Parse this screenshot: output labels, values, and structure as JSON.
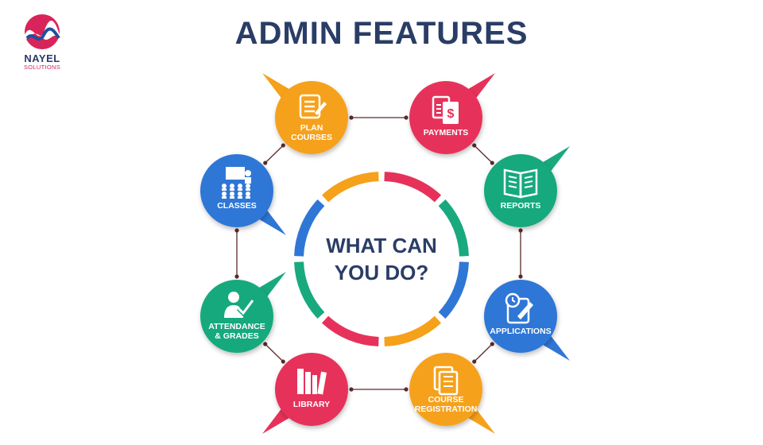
{
  "brand": {
    "line1": "NAYEL",
    "line2": "SOLUTIONS"
  },
  "title": "ADMIN FEATURES",
  "center": {
    "line1": "WHAT CAN",
    "line2": "YOU DO?"
  },
  "features": [
    {
      "key": "plan",
      "lines": [
        "PLAN",
        "COURSES"
      ],
      "color": "#f6a11a",
      "icon": "pencil-notepad-icon"
    },
    {
      "key": "payments",
      "lines": [
        "PAYMENTS"
      ],
      "color": "#e6325a",
      "icon": "bill-dollar-icon"
    },
    {
      "key": "reports",
      "lines": [
        "REPORTS"
      ],
      "color": "#19a97e",
      "icon": "open-book-icon"
    },
    {
      "key": "applications",
      "lines": [
        "APPLICATIONS"
      ],
      "color": "#2f77d6",
      "icon": "clipboard-clock-pen-icon"
    },
    {
      "key": "course_registration",
      "lines": [
        "COURSE",
        "REGISTRATION"
      ],
      "color": "#f6a11a",
      "icon": "documents-icon"
    },
    {
      "key": "library",
      "lines": [
        "LIBRARY"
      ],
      "color": "#e6325a",
      "icon": "books-icon"
    },
    {
      "key": "attendance",
      "lines": [
        "ATTENDANCE",
        "& GRADES"
      ],
      "color": "#19a97e",
      "icon": "teacher-check-icon"
    },
    {
      "key": "classes",
      "lines": [
        "CLASSES"
      ],
      "color": "#2f77d6",
      "icon": "classroom-icon"
    }
  ]
}
